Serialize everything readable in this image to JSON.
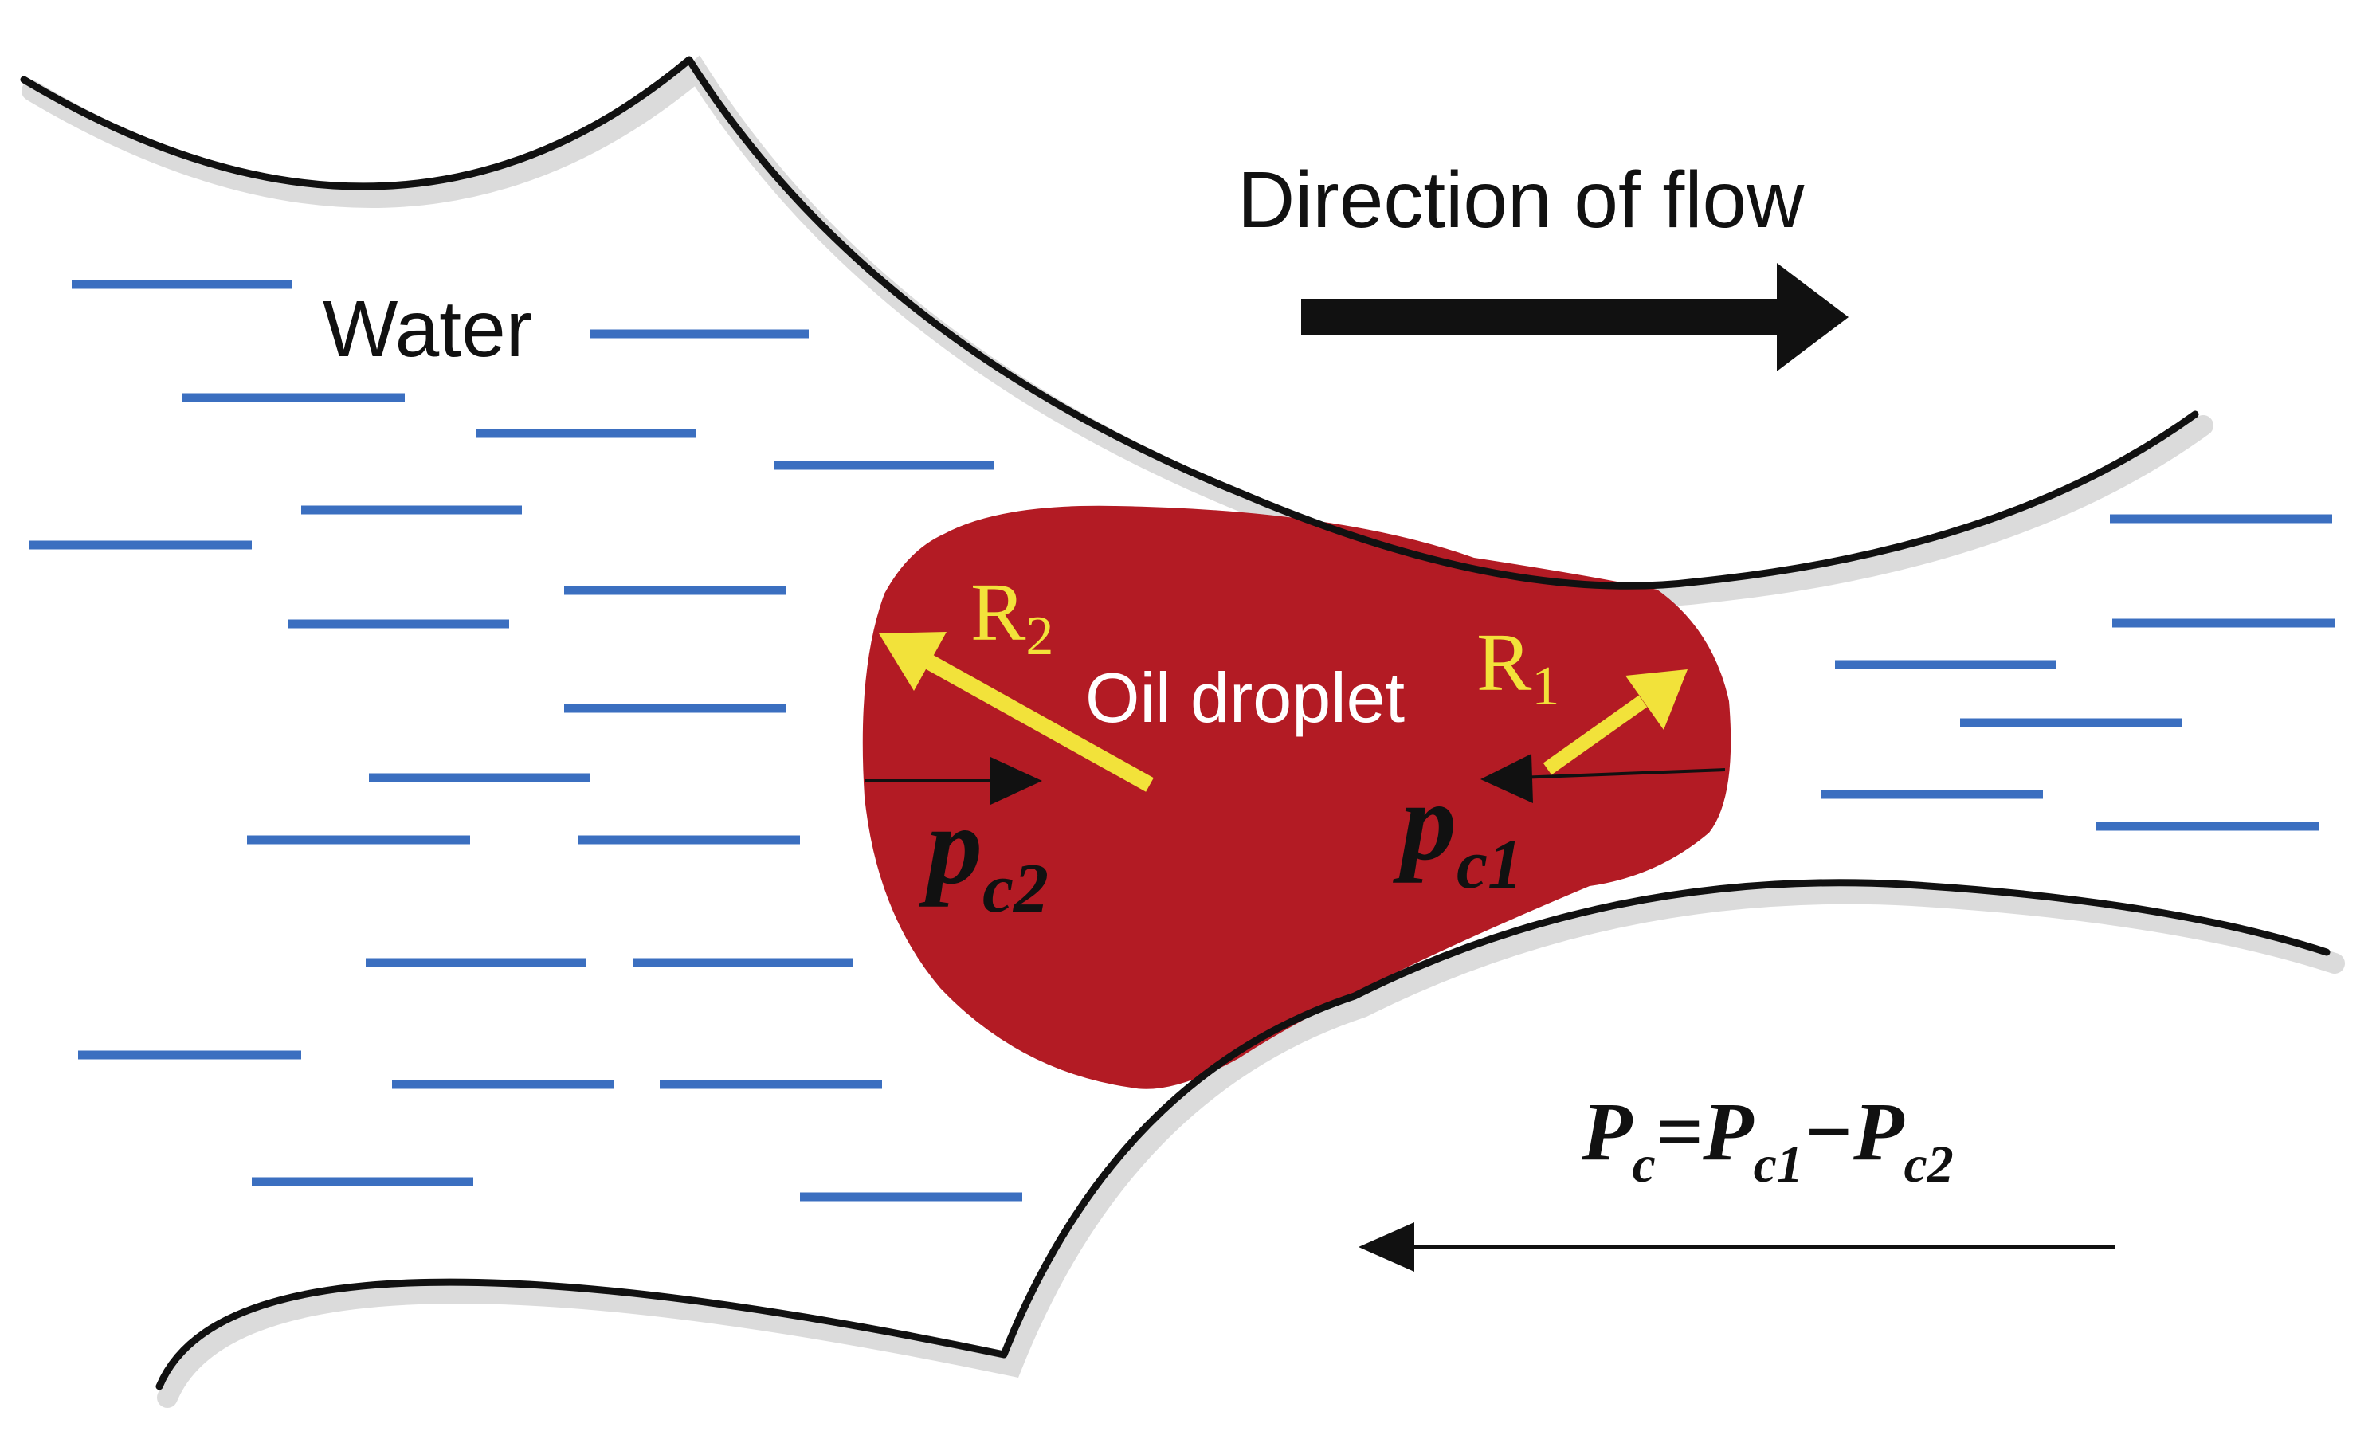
{
  "labels": {
    "water": "Water",
    "direction": "Direction of flow",
    "oil": "Oil droplet",
    "r2_main": "R",
    "r2_sub": "2",
    "r1_main": "R",
    "r1_sub": "1",
    "pc2_main": "p",
    "pc2_sub": "c2",
    "pc1_main": "p",
    "pc1_sub": "c1",
    "formula": {
      "p1": "P",
      "s1": "c",
      "eq": "=",
      "p2": "P",
      "s2": "c1",
      "minus": "−",
      "p3": "P",
      "s3": "c2"
    }
  },
  "colors": {
    "oil": "#b31b24",
    "water_dash": "#3b6fc0",
    "arrow_yellow": "#f2e23a",
    "wall": "#111111",
    "text": "#111111",
    "label_white": "#ffffff"
  }
}
